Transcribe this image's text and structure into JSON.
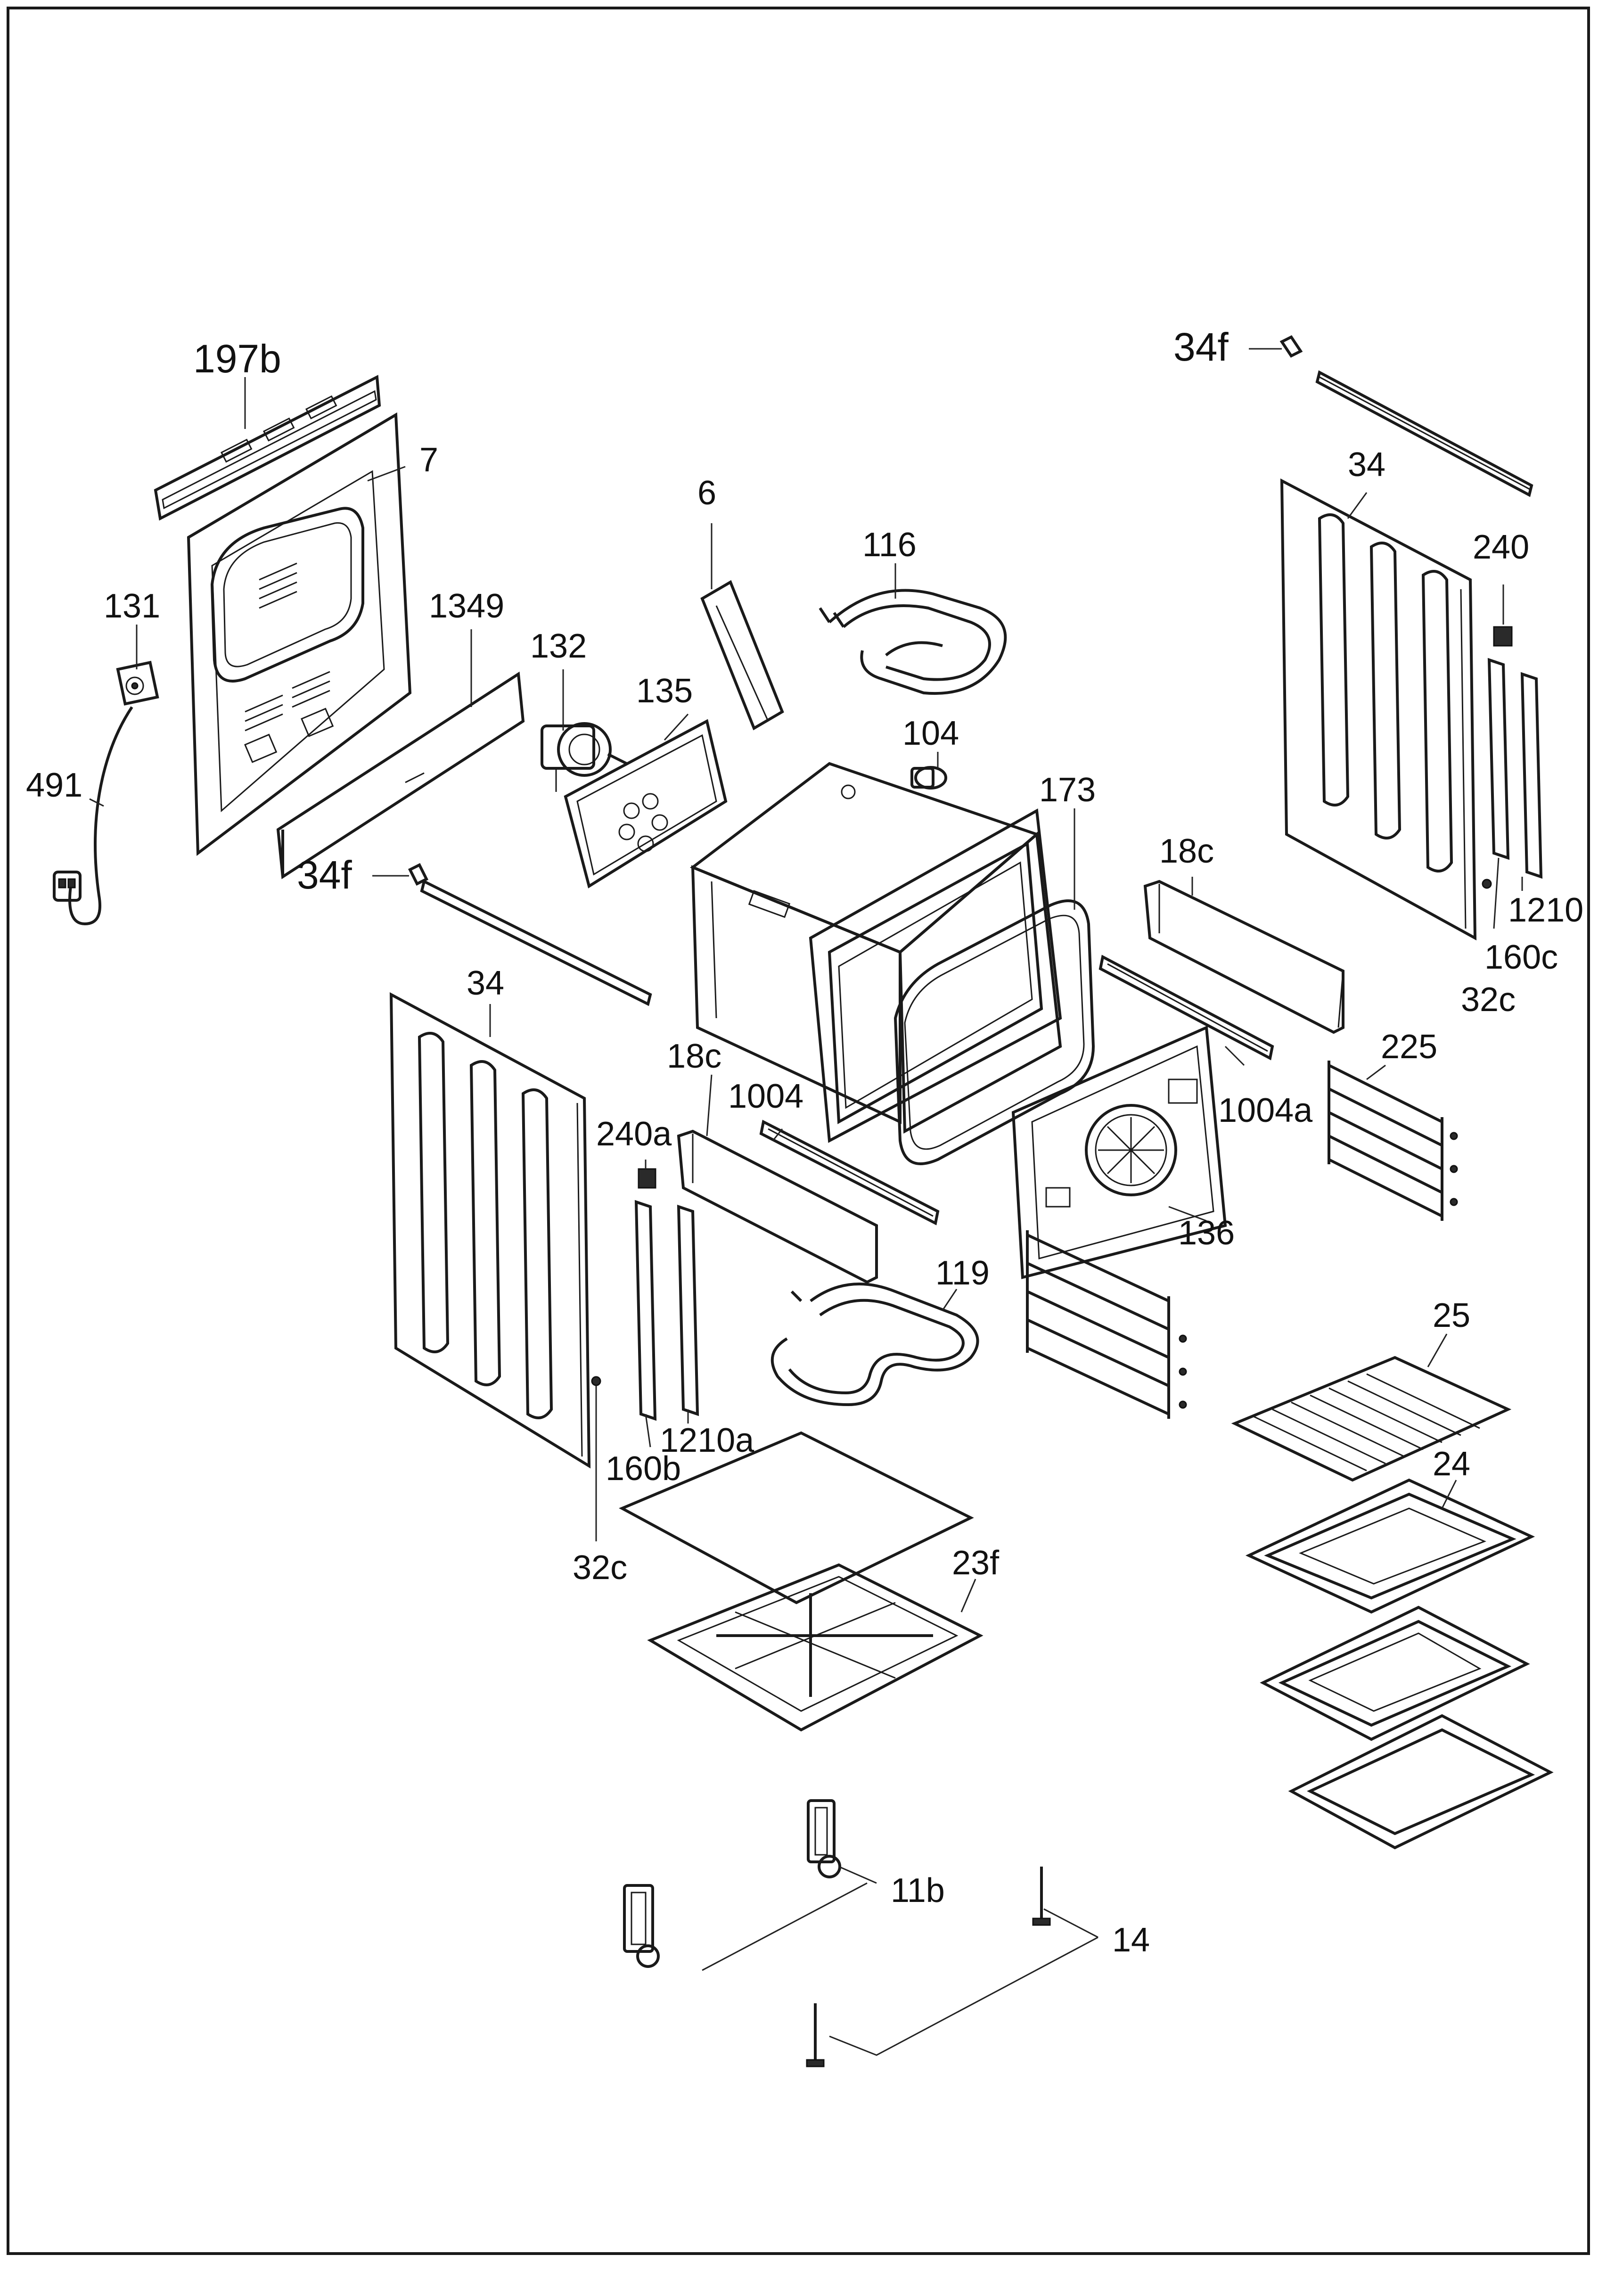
{
  "diagram": {
    "labels": {
      "p197b": "197b",
      "p7": "7",
      "p131": "131",
      "p491": "491",
      "p1349": "1349",
      "p132": "132",
      "p135": "135",
      "p6": "6",
      "p116": "116",
      "p104": "104",
      "p173": "173",
      "p34f_top": "34f",
      "p34_right": "34",
      "p240": "240",
      "p18c_right": "18c",
      "p1210": "1210",
      "p160c": "160c",
      "p32c_right": "32c",
      "p34f_left": "34f",
      "p34_left": "34",
      "p18c_left": "18c",
      "p1004": "1004",
      "p240a": "240a",
      "p1004a": "1004a",
      "p225": "225",
      "p136": "136",
      "p119": "119",
      "p1210a": "1210a",
      "p160b": "160b",
      "p32c_left": "32c",
      "p25": "25",
      "p24": "24",
      "p23f": "23f",
      "p11b": "11b",
      "p14": "14"
    }
  }
}
